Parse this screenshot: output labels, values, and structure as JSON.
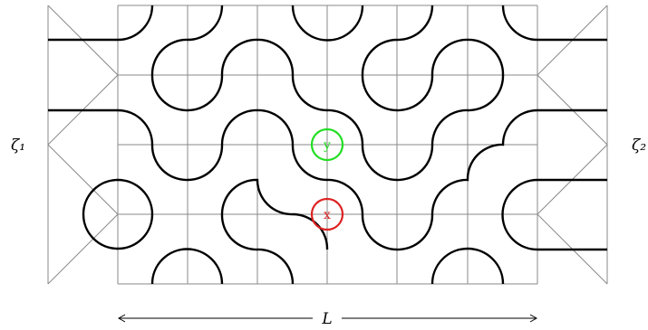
{
  "labels": {
    "zeta_left": "ζ₁",
    "zeta_right": "ζ₂",
    "length": "L",
    "marker_green": "y",
    "marker_red": "x"
  },
  "colors": {
    "grid": "#8a8a8a",
    "loop": "#000000",
    "marker_green": "#22dd22",
    "marker_red": "#dd2222"
  },
  "lattice": {
    "columns": 6,
    "rows": 4
  }
}
